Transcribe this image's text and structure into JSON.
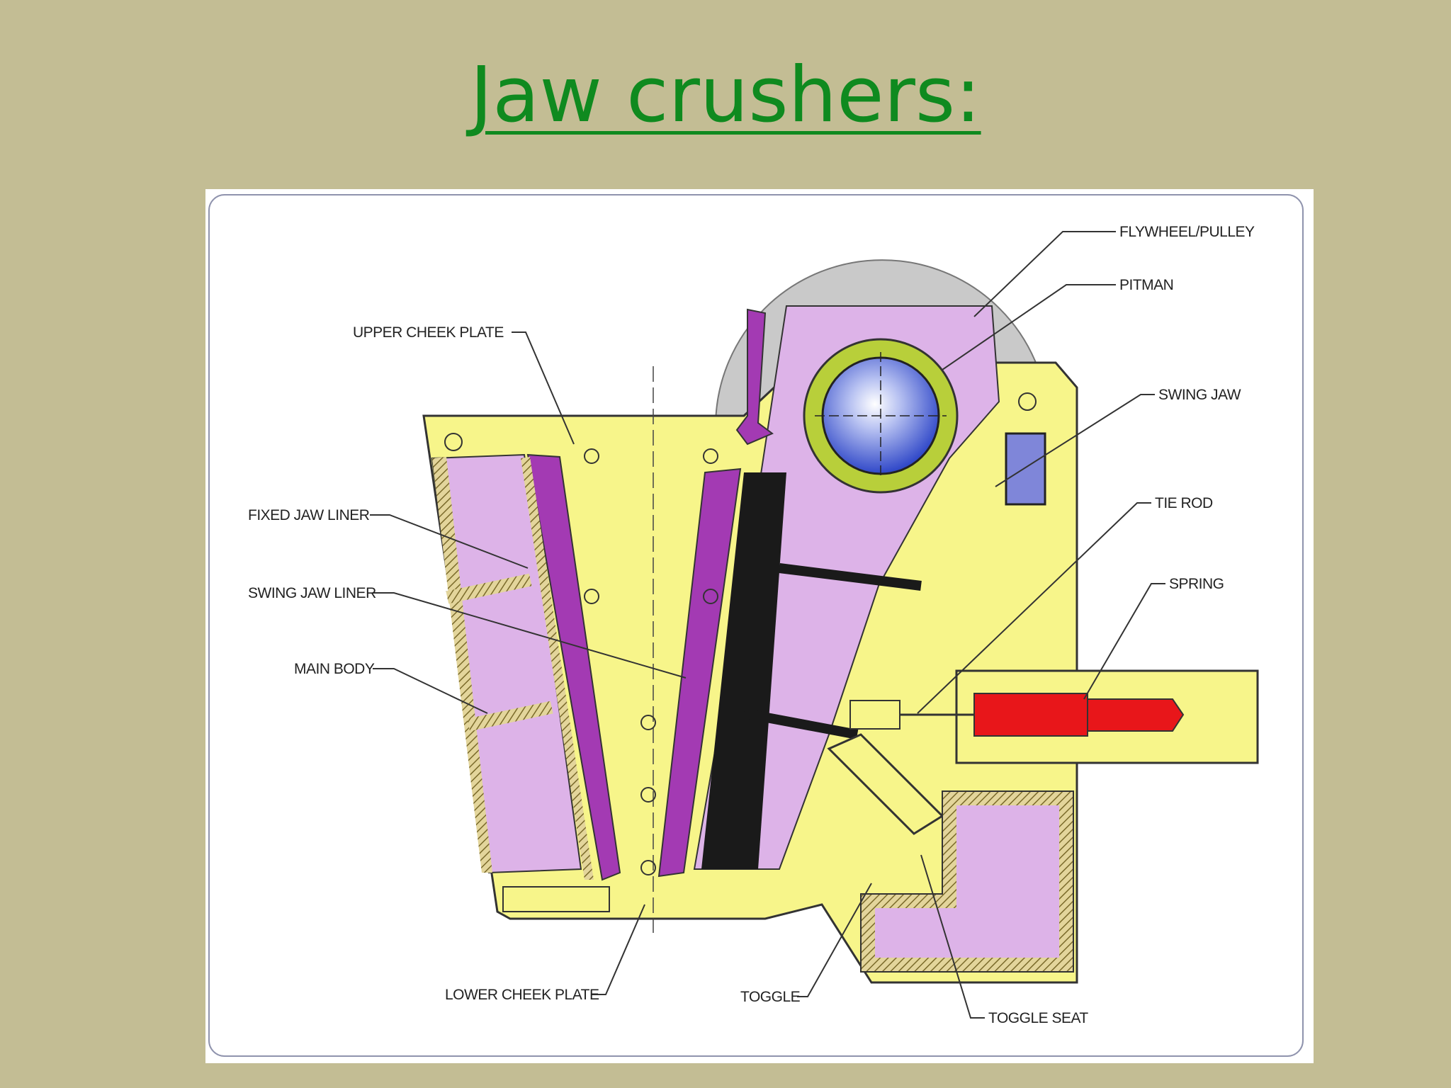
{
  "slide": {
    "title": "Jaw crushers:"
  },
  "diagram": {
    "labels": {
      "flywheel_pulley": "FLYWHEEL/PULLEY",
      "pitman": "PITMAN",
      "upper_cheek_plate": "UPPER CHEEK PLATE",
      "swing_jaw": "SWING JAW",
      "tie_rod": "TIE ROD",
      "fixed_jaw_liner": "FIXED JAW LINER",
      "spring": "SPRING",
      "swing_jaw_liner": "SWING JAW LINER",
      "main_body": "MAIN BODY",
      "lower_cheek_plate": "LOWER CHEEK PLATE",
      "toggle": "TOGGLE",
      "toggle_seat": "TOGGLE SEAT"
    },
    "colors": {
      "body": "#f7f58a",
      "chamber": "#ddb3e8",
      "liner": "#a33ab3",
      "flywheel": "#c9c9c9",
      "bearing_ring": "#b8cf3a",
      "eccentric": "#5a6fd6",
      "spring": "#e8161a",
      "outline": "#333333"
    }
  }
}
